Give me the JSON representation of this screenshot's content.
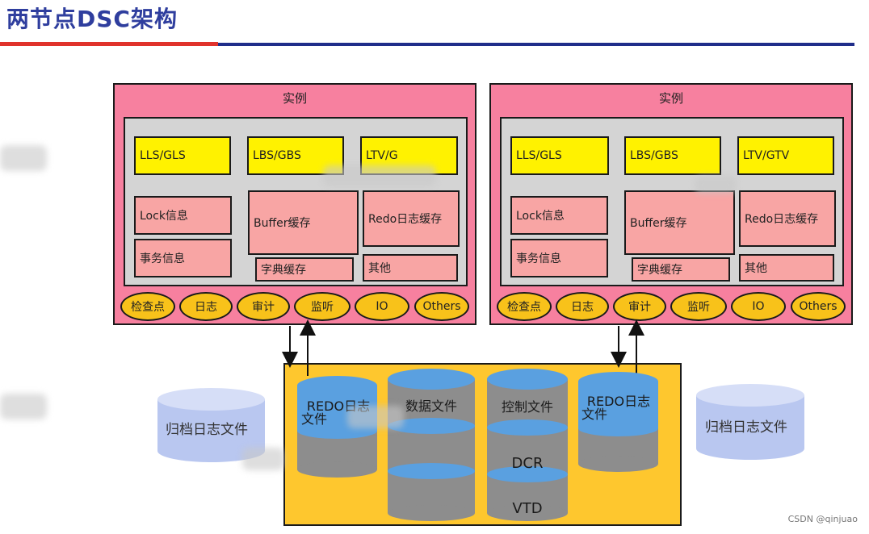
{
  "title": "两节点DSC架构",
  "instances": [
    {
      "label": "实例",
      "yellow": [
        "LLS/GLS",
        "LBS/GBS",
        "LTV/G"
      ],
      "lock": "Lock信息",
      "buffer": "Buffer缓存",
      "redo": "Redo日志缓存",
      "tx": "事务信息",
      "dict": "字典缓存",
      "other": "其他",
      "threads": [
        "检查点",
        "日志",
        "审计",
        "监听",
        "IO",
        "Others"
      ]
    },
    {
      "label": "实例",
      "yellow": [
        "LLS/GLS",
        "LBS/GBS",
        "LTV/GTV"
      ],
      "lock": "Lock信息",
      "buffer": "Buffer缓存",
      "redo": "Redo日志缓存",
      "tx": "事务信息",
      "dict": "字典缓存",
      "other": "其他",
      "threads": [
        "检查点",
        "日志",
        "审计",
        "监听",
        "IO",
        "Others"
      ]
    }
  ],
  "storage": {
    "redo_left": [
      "REDO日志",
      "文件"
    ],
    "data_file": "数据文件",
    "ctl_file": "控制文件",
    "dcr": "DCR",
    "vtd": "VTD",
    "redo_right": [
      "REDO日志",
      "文件"
    ]
  },
  "archive_left": "归档日志文件",
  "archive_right": "归档日志文件",
  "watermark": "CSDN @qinjuao",
  "colors": {
    "instance_bg": "#f7809f",
    "yellow": "#fff200",
    "pink": "#f8a5a4",
    "storage_bg": "#fec72e",
    "cyl_blue": "#5aa0e0",
    "cyl_gray": "#8d8d8d",
    "archive_blue": "#b9c7f0"
  }
}
